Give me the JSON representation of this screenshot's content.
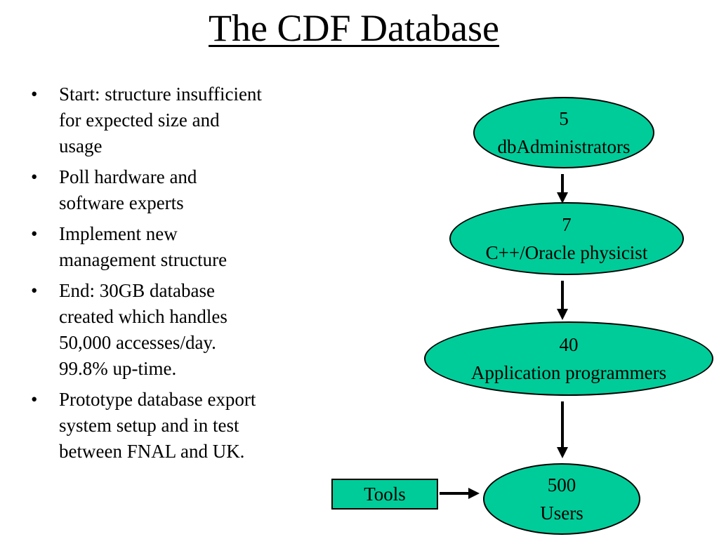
{
  "title": "The CDF Database",
  "bullets": [
    {
      "lines": [
        "Start: structure insufficient",
        "for expected size and",
        "usage"
      ]
    },
    {
      "lines": [
        "Poll hardware and",
        "software experts"
      ]
    },
    {
      "lines": [
        "Implement new",
        "management structure"
      ]
    },
    {
      "lines": [
        "End: 30GB database",
        "created which handles",
        "50,000 accesses/day.",
        "99.8% up-time."
      ]
    },
    {
      "lines": [
        "Prototype database export",
        "system setup and in test",
        "between FNAL and UK."
      ]
    }
  ],
  "bullet_symbol": "•",
  "diagram": {
    "fill_color": "#00cc99",
    "nodes": [
      {
        "count": "5",
        "label": "dbAdministrators"
      },
      {
        "count": "7",
        "label": "C++/Oracle physicist"
      },
      {
        "count": "40",
        "label": "Application programmers"
      },
      {
        "count": "500",
        "label": "Users"
      }
    ],
    "tools_box": {
      "label": "Tools"
    }
  }
}
